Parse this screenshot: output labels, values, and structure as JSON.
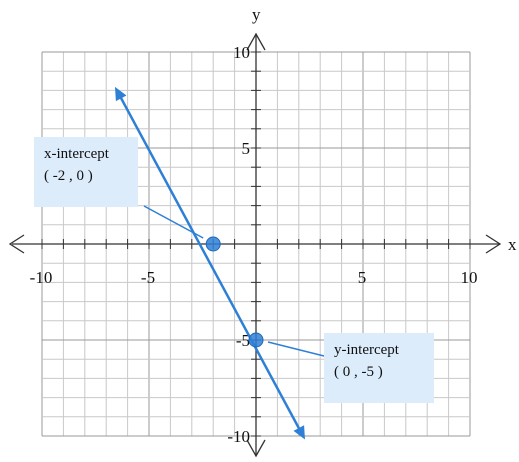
{
  "chart_data": {
    "type": "line",
    "x_axis_label": "x",
    "y_axis_label": "y",
    "xlim": [
      -10,
      10
    ],
    "ylim": [
      -10,
      10
    ],
    "grid": true,
    "x_tick_labels": [
      "-10",
      "-5",
      "5",
      "10"
    ],
    "y_tick_labels": [
      "10",
      "5",
      "-5",
      "-10"
    ],
    "line": {
      "x": [
        -6.5,
        2.2
      ],
      "y": [
        8,
        -10
      ],
      "color": "#2e7fd6"
    },
    "points": [
      {
        "x": -2,
        "y": 0,
        "color": "#2e7fd6"
      },
      {
        "x": 0,
        "y": -5,
        "color": "#2e7fd6"
      }
    ],
    "annotations": [
      {
        "line1": "x-intercept",
        "line2": "( -2 , 0 )"
      },
      {
        "line1": "y-intercept",
        "line2": "( 0 , -5 )"
      }
    ]
  }
}
